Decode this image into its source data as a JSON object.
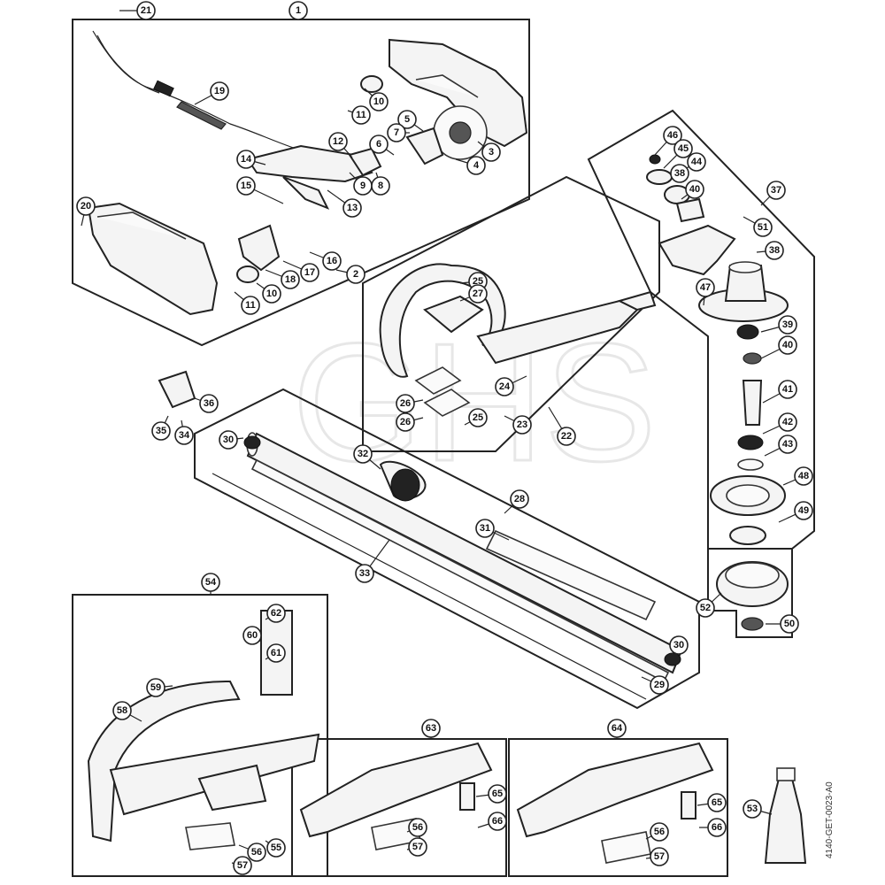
{
  "diagram": {
    "reference_code": "4140-GET-0023-A0",
    "watermark": "GHS",
    "callouts": [
      {
        "id": "c1",
        "label": "1"
      },
      {
        "id": "c21",
        "label": "21"
      },
      {
        "id": "c19",
        "label": "19"
      },
      {
        "id": "c10a",
        "label": "10"
      },
      {
        "id": "c11a",
        "label": "11"
      },
      {
        "id": "c5",
        "label": "5"
      },
      {
        "id": "c7",
        "label": "7"
      },
      {
        "id": "c6",
        "label": "6"
      },
      {
        "id": "c12",
        "label": "12"
      },
      {
        "id": "c3",
        "label": "3"
      },
      {
        "id": "c4",
        "label": "4"
      },
      {
        "id": "c14",
        "label": "14"
      },
      {
        "id": "c9",
        "label": "9"
      },
      {
        "id": "c8",
        "label": "8"
      },
      {
        "id": "c13",
        "label": "13"
      },
      {
        "id": "c15",
        "label": "15"
      },
      {
        "id": "c20",
        "label": "20"
      },
      {
        "id": "c16",
        "label": "16"
      },
      {
        "id": "c17",
        "label": "17"
      },
      {
        "id": "c18",
        "label": "18"
      },
      {
        "id": "c2",
        "label": "2"
      },
      {
        "id": "c10b",
        "label": "10"
      },
      {
        "id": "c11b",
        "label": "11"
      },
      {
        "id": "c46",
        "label": "46"
      },
      {
        "id": "c45",
        "label": "45"
      },
      {
        "id": "c44",
        "label": "44"
      },
      {
        "id": "c38a",
        "label": "38"
      },
      {
        "id": "c40a",
        "label": "40"
      },
      {
        "id": "c37",
        "label": "37"
      },
      {
        "id": "c51",
        "label": "51"
      },
      {
        "id": "c38b",
        "label": "38"
      },
      {
        "id": "c47",
        "label": "47"
      },
      {
        "id": "c39",
        "label": "39"
      },
      {
        "id": "c40b",
        "label": "40"
      },
      {
        "id": "c41",
        "label": "41"
      },
      {
        "id": "c42",
        "label": "42"
      },
      {
        "id": "c43",
        "label": "43"
      },
      {
        "id": "c48",
        "label": "48"
      },
      {
        "id": "c49",
        "label": "49"
      },
      {
        "id": "c52",
        "label": "52"
      },
      {
        "id": "c50",
        "label": "50"
      },
      {
        "id": "c25a",
        "label": "25"
      },
      {
        "id": "c27",
        "label": "27"
      },
      {
        "id": "c24",
        "label": "24"
      },
      {
        "id": "c26a",
        "label": "26"
      },
      {
        "id": "c26b",
        "label": "26"
      },
      {
        "id": "c25b",
        "label": "25"
      },
      {
        "id": "c23",
        "label": "23"
      },
      {
        "id": "c22",
        "label": "22"
      },
      {
        "id": "c36",
        "label": "36"
      },
      {
        "id": "c35",
        "label": "35"
      },
      {
        "id": "c34",
        "label": "34"
      },
      {
        "id": "c30a",
        "label": "30"
      },
      {
        "id": "c32",
        "label": "32"
      },
      {
        "id": "c28",
        "label": "28"
      },
      {
        "id": "c31",
        "label": "31"
      },
      {
        "id": "c33",
        "label": "33"
      },
      {
        "id": "c30b",
        "label": "30"
      },
      {
        "id": "c29",
        "label": "29"
      },
      {
        "id": "c54",
        "label": "54"
      },
      {
        "id": "c62",
        "label": "62"
      },
      {
        "id": "c60",
        "label": "60"
      },
      {
        "id": "c61",
        "label": "61"
      },
      {
        "id": "c59",
        "label": "59"
      },
      {
        "id": "c58",
        "label": "58"
      },
      {
        "id": "c56a",
        "label": "56"
      },
      {
        "id": "c57a",
        "label": "57"
      },
      {
        "id": "c55",
        "label": "55"
      },
      {
        "id": "c63",
        "label": "63"
      },
      {
        "id": "c65a",
        "label": "65"
      },
      {
        "id": "c56b",
        "label": "56"
      },
      {
        "id": "c66a",
        "label": "66"
      },
      {
        "id": "c57b",
        "label": "57"
      },
      {
        "id": "c64",
        "label": "64"
      },
      {
        "id": "c65b",
        "label": "65"
      },
      {
        "id": "c56c",
        "label": "56"
      },
      {
        "id": "c66b",
        "label": "66"
      },
      {
        "id": "c57c",
        "label": "57"
      },
      {
        "id": "c53",
        "label": "53"
      }
    ]
  }
}
